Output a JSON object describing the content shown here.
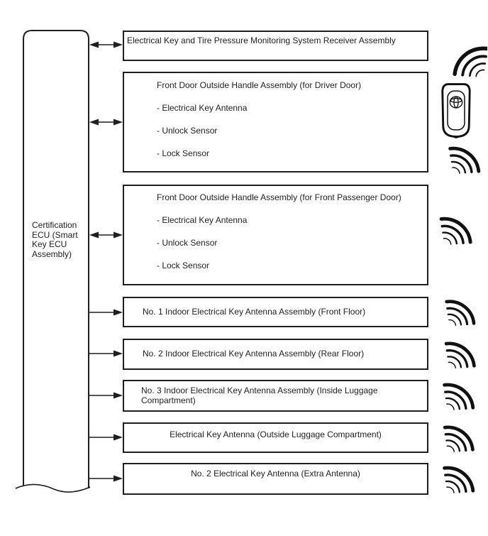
{
  "diagram": {
    "ecu_box": {
      "label": "Certification ECU (Smart Key ECU Assembly)"
    },
    "boxes": [
      {
        "name": "receiver-assembly",
        "label": "Electrical Key and Tire Pressure Monitoring System Receiver Assembly",
        "arrow": "bidirectional"
      },
      {
        "name": "driver-door-outside-handle",
        "title": "Front Door Outside Handle Assembly (for Driver Door)",
        "items": [
          "- Electrical Key Antenna",
          "- Unlock Sensor",
          "- Lock Sensor"
        ],
        "arrow": "bidirectional"
      },
      {
        "name": "front-passenger-door-outside-handle",
        "title": "Front Door Outside Handle Assembly (for Front Passenger Door)",
        "items": [
          "- Electrical Key Antenna",
          "- Unlock Sensor",
          "- Lock Sensor"
        ],
        "arrow": "bidirectional"
      },
      {
        "name": "no1-indoor-antenna",
        "label": "No. 1 Indoor Electrical Key Antenna Assembly (Front Floor)",
        "arrow": "one-way-to-antenna"
      },
      {
        "name": "no2-indoor-antenna",
        "label": "No. 2 Indoor Electrical Key Antenna Assembly (Rear Floor)",
        "arrow": "one-way-to-antenna"
      },
      {
        "name": "no3-indoor-antenna",
        "label": "No. 3 Indoor Electrical Key Antenna Assembly (Inside Luggage Compartment)",
        "arrow": "one-way-to-antenna"
      },
      {
        "name": "outside-luggage-antenna",
        "label": "Electrical Key Antenna (Outside Luggage Compartment)",
        "arrow": "one-way-to-antenna"
      },
      {
        "name": "no2-extra-antenna",
        "label": "No. 2 Electrical Key Antenna (Extra Antenna)",
        "arrow": "one-way-to-antenna"
      }
    ],
    "icons": {
      "key_fob": "smart-key-fob-icon",
      "wave_toward_receiver": "radio-waves-left-icon",
      "wave_from_antenna": "radio-waves-right-icon"
    },
    "colors": {
      "line": "#1f1f1f",
      "background": "#ffffff"
    }
  }
}
